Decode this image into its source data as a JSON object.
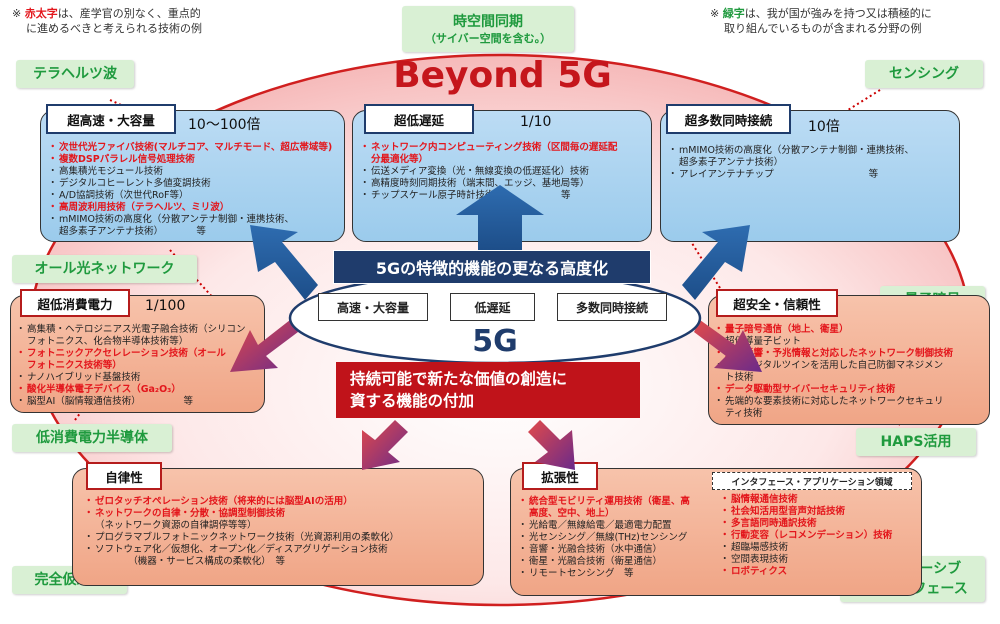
{
  "notes": {
    "left_mark": "※",
    "left_red": "赤太字",
    "left_rest1": "は、産学官の別なく、重点的",
    "left_rest2": "に進めるべきと考えられる技術の例",
    "right_mark": "※",
    "right_green": "緑字",
    "right_rest1": "は、我が国が強みを持つ又は積極的に",
    "right_rest2": "取り組んでいるものが含まれる分野の例"
  },
  "title": "Beyond 5G",
  "tags": {
    "top_center": "時空間同期",
    "top_center_sub": "（サイバー空間を含む。）",
    "terahertz": "テラヘルツ波",
    "sensing": "センシング",
    "all_optical": "オール光ネットワーク",
    "quantum": "量子暗号",
    "low_power_semi": "低消費電力半導体",
    "haps": "HAPS活用",
    "virtualization": "完全仮想化",
    "inclusive1": "インクルーシブ",
    "inclusive2": "インターフェース"
  },
  "banners": {
    "advance": "5Gの特徴的機能の更なる高度化",
    "sustain1": "持続可能で新たな価値の創造に",
    "sustain2": "資する機能の付加"
  },
  "core": {
    "label": "5G",
    "btn_capacity": "高速・大容量",
    "btn_latency": "低遅延",
    "btn_connect": "多数同時接続"
  },
  "boxes": {
    "capacity": {
      "head": "超高速・大容量",
      "scale": "10～100倍",
      "items": [
        {
          "t": "次世代光ファイバ技術(マルチコア、マルチモード、超広帯域等)",
          "em": true
        },
        {
          "t": "複数DSPパラレル信号処理技術",
          "em": true
        },
        {
          "t": "高集積光モジュール技術",
          "em": false
        },
        {
          "t": "デジタルコヒーレント多値変調技術",
          "em": false
        },
        {
          "t": "A/D協調技術（次世代RoF等）",
          "em": false
        },
        {
          "t": "高周波利用技術（テラヘルツ、ミリ波）",
          "em": true
        },
        {
          "t": "mMIMO技術の高度化（分散アンテナ制御・連携技術、",
          "em": false
        },
        {
          "t": "超多素子アンテナ技術）　　　　等",
          "em": false,
          "cont": true
        }
      ]
    },
    "latency": {
      "head": "超低遅延",
      "scale": "1/10",
      "items": [
        {
          "t": "ネットワーク内コンピューティング技術（区間毎の遅延配",
          "em": true
        },
        {
          "t": "分最適化等）",
          "em": true,
          "cont": true
        },
        {
          "t": "伝送メディア変換（光・無線変換の低遅延化）技術",
          "em": false
        },
        {
          "t": "高精度時刻同期技術（端末間、エッジ、基地局等）",
          "em": false
        },
        {
          "t": "チップスケール原子時計技術　　　　　　　等",
          "em": false
        }
      ]
    },
    "connect": {
      "head": "超多数同時接続",
      "scale": "10倍",
      "items": [
        {
          "t": "mMIMO技術の高度化（分散アンテナ制御・連携技術、",
          "em": false
        },
        {
          "t": "超多素子アンテナ技術）",
          "em": false,
          "cont": true
        },
        {
          "t": "アレイアンテナチップ　　　　　　　　　　等",
          "em": false
        }
      ]
    },
    "power": {
      "head": "超低消費電力",
      "scale": "1/100",
      "items": [
        {
          "t": "高集積・ヘテロジニアス光電子融合技術（シリコン",
          "em": false
        },
        {
          "t": "フォトニクス、化合物半導体技術等）",
          "em": false,
          "cont": true
        },
        {
          "t": "フォトニックアクセレレーション技術（オール",
          "em": true
        },
        {
          "t": "フォトニクス技術等）",
          "em": true,
          "cont": true
        },
        {
          "t": "ナノハイブリッド基盤技術",
          "em": false
        },
        {
          "t": "酸化半導体電子デバイス（Ga₂O₃）",
          "em": true
        },
        {
          "t": "脳型AI（脳情報通信技術）　　　　　等",
          "em": false
        }
      ]
    },
    "security": {
      "head": "超安全・信頼性",
      "items": [
        {
          "t": "量子暗号通信（地上、衛星）",
          "em": true
        },
        {
          "t": "超伝導量子ビット",
          "em": false
        },
        {
          "t": "災害影響・予兆情報と対応したネットワーク制御技術",
          "em": true
        },
        {
          "t": "AI・デジタルツインを活用した自己防御マネジメン",
          "em": false
        },
        {
          "t": "ト技術",
          "em": false,
          "cont": true
        },
        {
          "t": "データ駆動型サイバーセキュリティ技術",
          "em": true
        },
        {
          "t": "先端的な要素技術に対応したネットワークセキュリ",
          "em": false
        },
        {
          "t": "ティ技術",
          "em": false,
          "cont": true
        }
      ]
    },
    "autonomy": {
      "head": "自律性",
      "items": [
        {
          "t": "ゼロタッチオペレーション技術（将来的には脳型AIの活用）",
          "em": true
        },
        {
          "t": "ネットワークの自律・分散・協調型制御技術",
          "em": true
        },
        {
          "t": "（ネットワーク資源の自律調停等等）",
          "em": false,
          "cont": true
        },
        {
          "t": "プログラマブルフォトニックネットワーク技術（光資源利用の柔軟化）",
          "em": false
        },
        {
          "t": "ソフトウェア化／仮想化、オープン化／ディスアグリゲーション技術",
          "em": false
        },
        {
          "t": "　　　　（機器・サービス構成の柔軟化）　等",
          "em": false,
          "cont": true
        }
      ]
    },
    "extension": {
      "head": "拡張性",
      "items": [
        {
          "t": "統合型モビリティ運用技術（衛星、高",
          "em": true
        },
        {
          "t": "高度、空中、地上）",
          "em": true,
          "cont": true
        },
        {
          "t": "光給電／無線給電／最適電力配置",
          "em": false
        },
        {
          "t": "光センシング／無線(THz)センシング",
          "em": false
        },
        {
          "t": "音響・光融合技術（水中通信）",
          "em": false
        },
        {
          "t": "衛星・光融合技術（衛星通信）",
          "em": false
        },
        {
          "t": "リモートセンシング　等",
          "em": false
        }
      ],
      "sub_head": "インタフェース・アプリケーション領域",
      "sub_items": [
        {
          "t": "脳情報通信技術",
          "em": true
        },
        {
          "t": "社会知活用型音声対話技術",
          "em": true
        },
        {
          "t": "多言語同時通訳技術",
          "em": true
        },
        {
          "t": "行動変容（レコメンデーション）技術",
          "em": true
        },
        {
          "t": "超臨場感技術",
          "em": false
        },
        {
          "t": "空間表現技術",
          "em": false
        },
        {
          "t": "ロボティクス",
          "em": true
        }
      ]
    }
  }
}
